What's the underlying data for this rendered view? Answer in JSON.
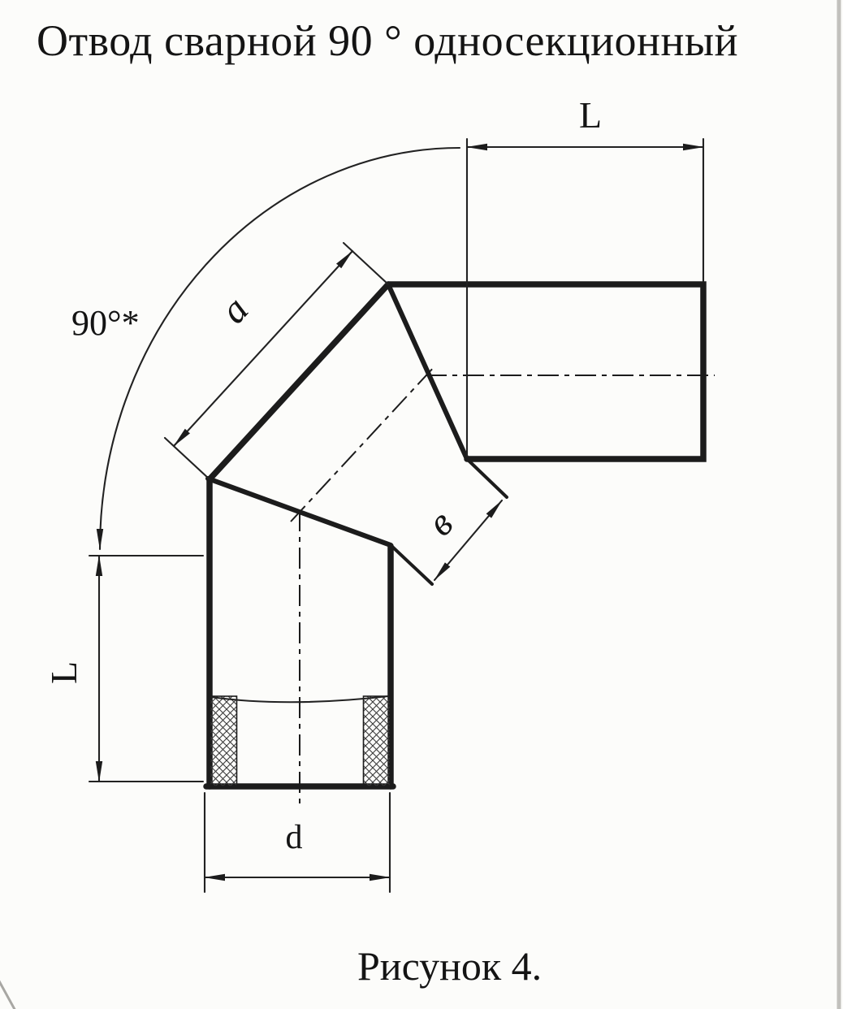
{
  "title": "Отвод сварной 90 ° односекционный",
  "caption": "Рисунок 4.",
  "labels": {
    "length_top": "L",
    "length_left": "L",
    "angle": "90°*",
    "section_a": "a",
    "section_v": "в",
    "diameter": "d"
  },
  "colors": {
    "ink": "#1c1c1c",
    "paper": "#fcfcfa"
  }
}
